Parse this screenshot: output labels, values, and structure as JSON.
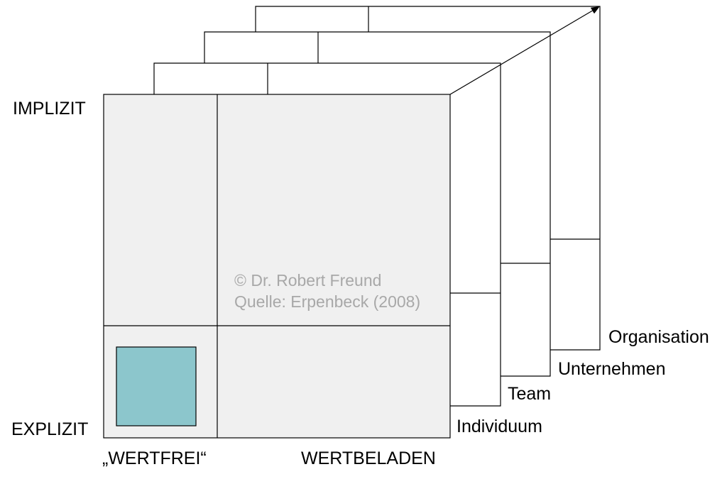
{
  "axes": {
    "vertical_top": "IMPLIZIT",
    "vertical_bottom": "EXPLIZIT",
    "horizontal_left": "„WERTFREI“",
    "horizontal_right": "WERTBELADEN"
  },
  "layers": [
    {
      "label": "Individuum"
    },
    {
      "label": "Team"
    },
    {
      "label": "Unternehmen"
    },
    {
      "label": "Organisation"
    }
  ],
  "watermark": {
    "line1": "© Dr. Robert Freund",
    "line2": "Quelle: Erpenbeck (2008)",
    "color": "#a8a8a8"
  },
  "colors": {
    "front_face": "#f0f0f0",
    "highlight_cell": "#8cc6cc",
    "line": "#000000"
  }
}
